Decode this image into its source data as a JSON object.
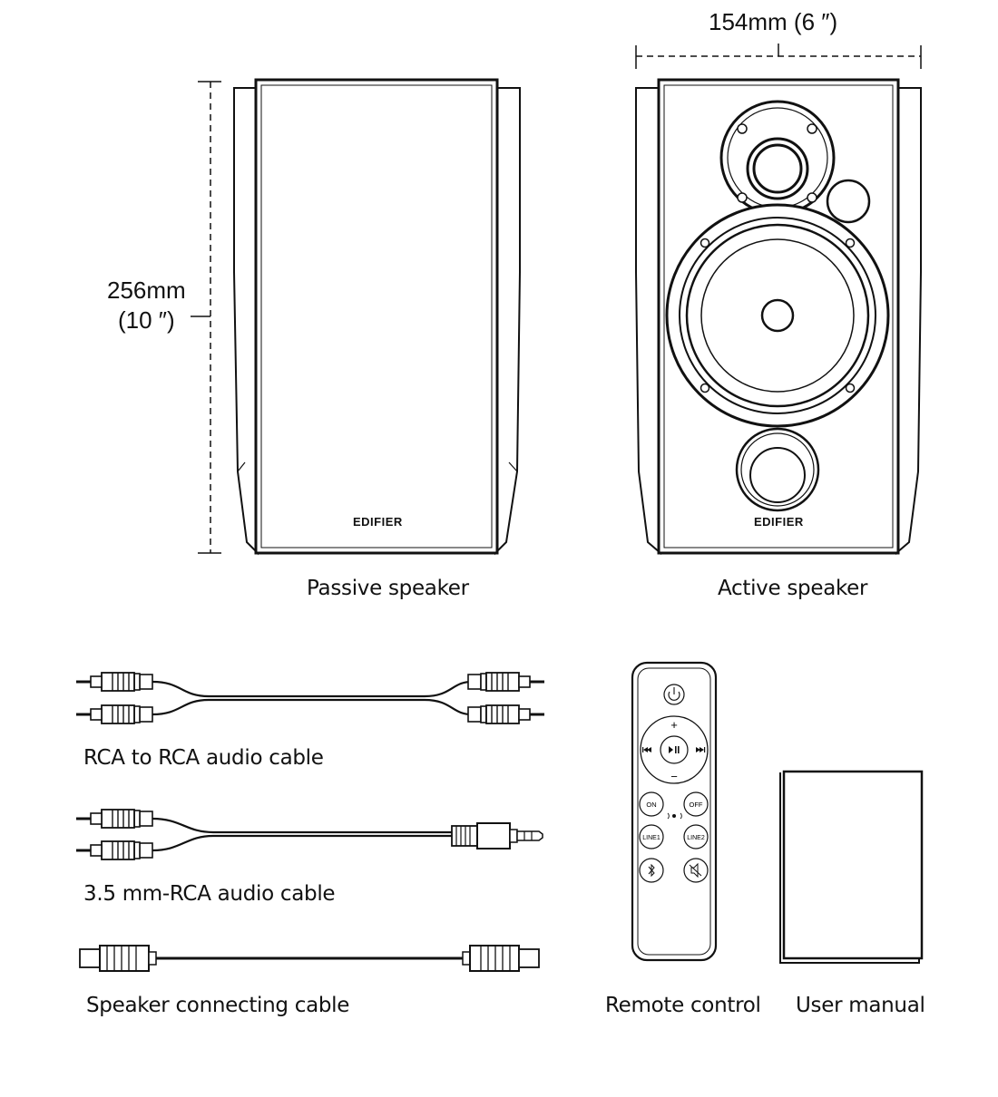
{
  "dimensions": {
    "width": "154mm  (6 ″)",
    "height_mm": "256mm",
    "height_in": "(10 ″)"
  },
  "speakers": {
    "passive": {
      "brand": "EDIFIER",
      "caption": "Passive speaker"
    },
    "active": {
      "brand": "EDIFIER",
      "caption": "Active speaker"
    }
  },
  "accessories": {
    "rca_cable": "RCA to RCA audio cable",
    "aux_cable": "3.5 mm-RCA audio cable",
    "speaker_cable": "Speaker connecting cable",
    "remote": "Remote control",
    "manual": "User manual"
  },
  "remote_buttons": {
    "on": "ON",
    "off": "OFF",
    "line1": "LINE1",
    "line2": "LINE2",
    "plus": "+",
    "minus": "−"
  },
  "icons": [
    "power-icon",
    "previous-track-icon",
    "play-pause-icon",
    "next-track-icon",
    "optical-icon",
    "bluetooth-icon",
    "mute-icon",
    "rca-plug-icon",
    "jack-plug-icon"
  ]
}
